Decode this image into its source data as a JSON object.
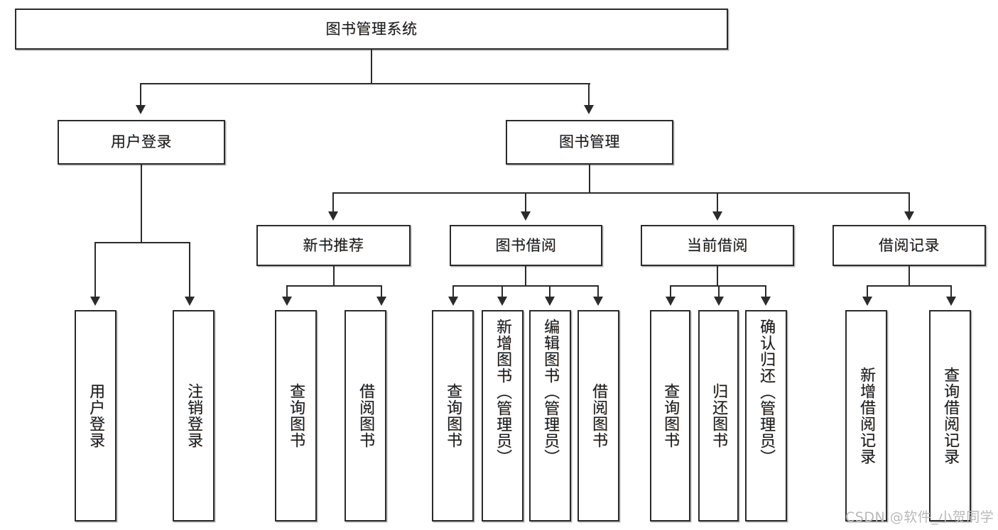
{
  "diagram": {
    "title": "图书管理系统",
    "root": {
      "label": "图书管理系统"
    },
    "level2": [
      {
        "label": "用户登录"
      },
      {
        "label": "图书管理"
      }
    ],
    "level3": [
      {
        "label": "新书推荐"
      },
      {
        "label": "图书借阅"
      },
      {
        "label": "当前借阅"
      },
      {
        "label": "借阅记录"
      }
    ],
    "leaves": {
      "user_login": [
        {
          "label": "用户登录"
        },
        {
          "label": "注销登录"
        }
      ],
      "new_book_recommend": [
        {
          "label": "查询图书"
        },
        {
          "label": "借阅图书"
        }
      ],
      "book_borrow": [
        {
          "label": "查询图书"
        },
        {
          "label": "新增图书（管理员）"
        },
        {
          "label": "编辑图书（管理员）"
        },
        {
          "label": "借阅图书"
        }
      ],
      "current_borrow": [
        {
          "label": "查询图书"
        },
        {
          "label": "归还图书"
        },
        {
          "label": "确认归还（管理员）"
        }
      ],
      "borrow_record": [
        {
          "label": "新增借阅记录"
        },
        {
          "label": "查询借阅记录"
        }
      ]
    }
  },
  "watermark": {
    "text": "CSDN @软件_小贺同学"
  },
  "colors": {
    "stroke": "#2b2b2b",
    "box_fill": "#ffffff",
    "text": "#1a1a1a",
    "watermark": "#b9b9b9",
    "background": "#ffffff"
  }
}
